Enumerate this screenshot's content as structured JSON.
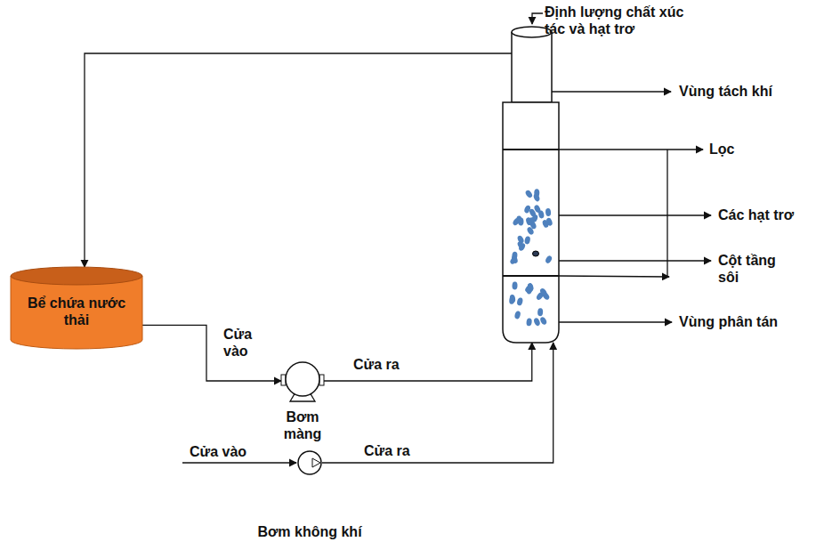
{
  "diagram": {
    "nodes": [
      {
        "text": [
          "Định lượng chất xúc tác và hạt trơ"
        ]
      },
      {
        "text": [
          "Bể chứa nước thải"
        ]
      },
      {
        "text": [
          "Bơm màng"
        ]
      },
      {
        "text": [
          "Bơm không khí"
        ]
      }
    ],
    "edges": [
      {
        "from": 1,
        "to": 2,
        "label": "Cửa vào",
        "arrow": "to"
      },
      {
        "from": 2,
        "to": 0,
        "label": "Cửa ra",
        "arrow": "to"
      },
      {
        "from": 3,
        "to": 0,
        "label": "Cửa ra",
        "arrow": "to"
      },
      {
        "from": 0,
        "to": 1,
        "arrow": "to"
      }
    ],
    "labels": [
      "Vùng tách khí",
      "Lọc",
      "Các hạt trơ",
      "Cột tầng sôi",
      "Vùng phân tán",
      "Cửa vào"
    ]
  }
}
